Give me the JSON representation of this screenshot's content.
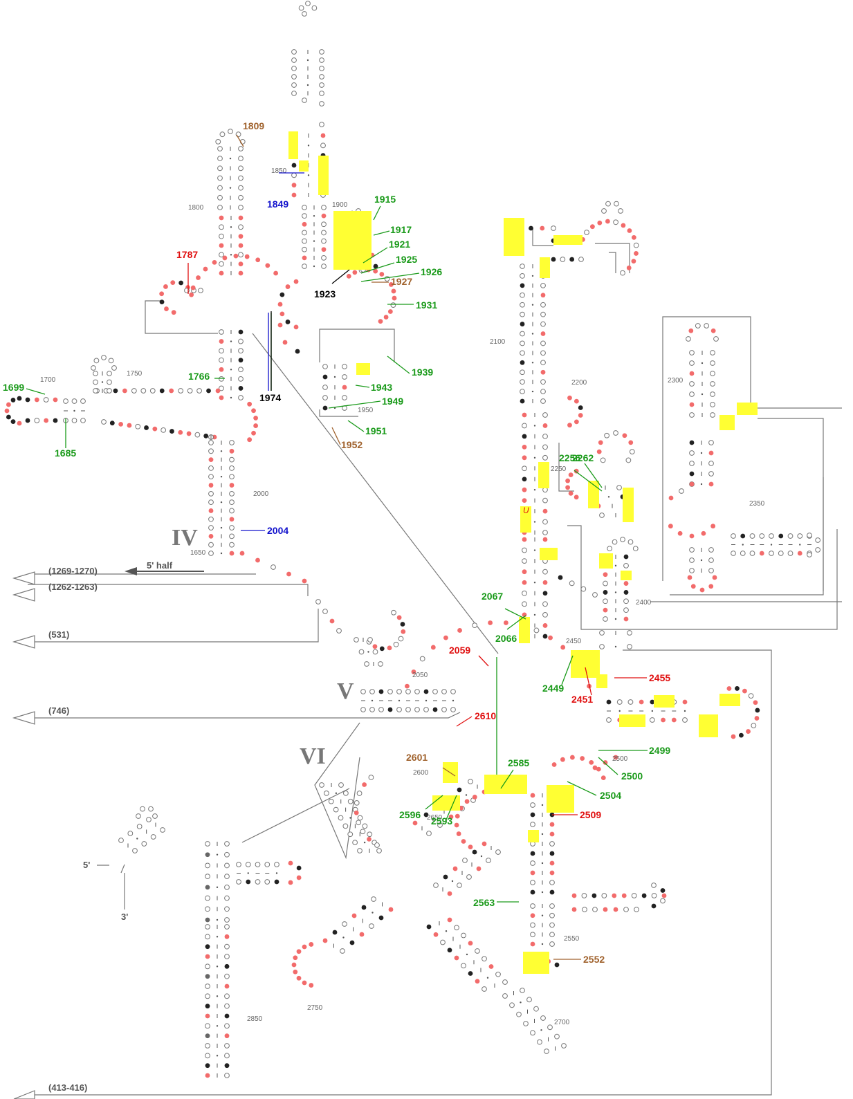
{
  "colors": {
    "outline": "#777777",
    "red_dot": "#f26b6b",
    "black_dot": "#222222",
    "gray_dot": "#666666",
    "highlight": "#ffff33",
    "green": "#1a9a1a",
    "red": "#e01010",
    "blue": "#1010cc",
    "brown": "#a0622d",
    "black": "#000000",
    "domain_label": "#777777"
  },
  "domain_labels": {
    "iv": "IV",
    "v": "V",
    "vi": "VI"
  },
  "strand_ends": {
    "five_prime": "5'",
    "three_prime": "3'"
  },
  "five_half_label": "5' half",
  "connectors": [
    {
      "id": "c1",
      "label": "(1269-1270)"
    },
    {
      "id": "c2",
      "label": "(1262-1263)"
    },
    {
      "id": "c3",
      "label": "(531)"
    },
    {
      "id": "c4",
      "label": "(746)"
    },
    {
      "id": "c5",
      "label": "(413-416)"
    }
  ],
  "ruler_numbers": [
    "1650",
    "1700",
    "1750",
    "1800",
    "1850",
    "1900",
    "1950",
    "2000",
    "2050",
    "2100",
    "2200",
    "2250",
    "2300",
    "2350",
    "2400",
    "2450",
    "2500",
    "2550",
    "2600",
    "2650",
    "2700",
    "2750",
    "2850"
  ],
  "italic_mark": "U",
  "callouts": [
    {
      "text": "1809",
      "color": "brown"
    },
    {
      "text": "1849",
      "color": "blue"
    },
    {
      "text": "1915",
      "color": "green"
    },
    {
      "text": "1917",
      "color": "green"
    },
    {
      "text": "1921",
      "color": "green"
    },
    {
      "text": "1925",
      "color": "green"
    },
    {
      "text": "1926",
      "color": "green"
    },
    {
      "text": "1927",
      "color": "brown"
    },
    {
      "text": "1923",
      "color": "black"
    },
    {
      "text": "1931",
      "color": "green"
    },
    {
      "text": "1787",
      "color": "red"
    },
    {
      "text": "1939",
      "color": "green"
    },
    {
      "text": "1943",
      "color": "green"
    },
    {
      "text": "1949",
      "color": "green"
    },
    {
      "text": "1951",
      "color": "green"
    },
    {
      "text": "1952",
      "color": "brown"
    },
    {
      "text": "1699",
      "color": "green"
    },
    {
      "text": "1766",
      "color": "green"
    },
    {
      "text": "1974",
      "color": "black"
    },
    {
      "text": "1685",
      "color": "green"
    },
    {
      "text": "2004",
      "color": "blue"
    },
    {
      "text": "2262",
      "color": "green"
    },
    {
      "text": "2256",
      "color": "green"
    },
    {
      "text": "2067",
      "color": "green"
    },
    {
      "text": "2066",
      "color": "green"
    },
    {
      "text": "2059",
      "color": "red"
    },
    {
      "text": "2449",
      "color": "green"
    },
    {
      "text": "2451",
      "color": "red"
    },
    {
      "text": "2455",
      "color": "red"
    },
    {
      "text": "2610",
      "color": "red"
    },
    {
      "text": "2499",
      "color": "green"
    },
    {
      "text": "2500",
      "color": "green"
    },
    {
      "text": "2504",
      "color": "green"
    },
    {
      "text": "2601",
      "color": "brown"
    },
    {
      "text": "2585",
      "color": "green"
    },
    {
      "text": "2509",
      "color": "red"
    },
    {
      "text": "2596",
      "color": "green"
    },
    {
      "text": "2593",
      "color": "green"
    },
    {
      "text": "2563",
      "color": "green"
    },
    {
      "text": "2552",
      "color": "brown"
    }
  ]
}
